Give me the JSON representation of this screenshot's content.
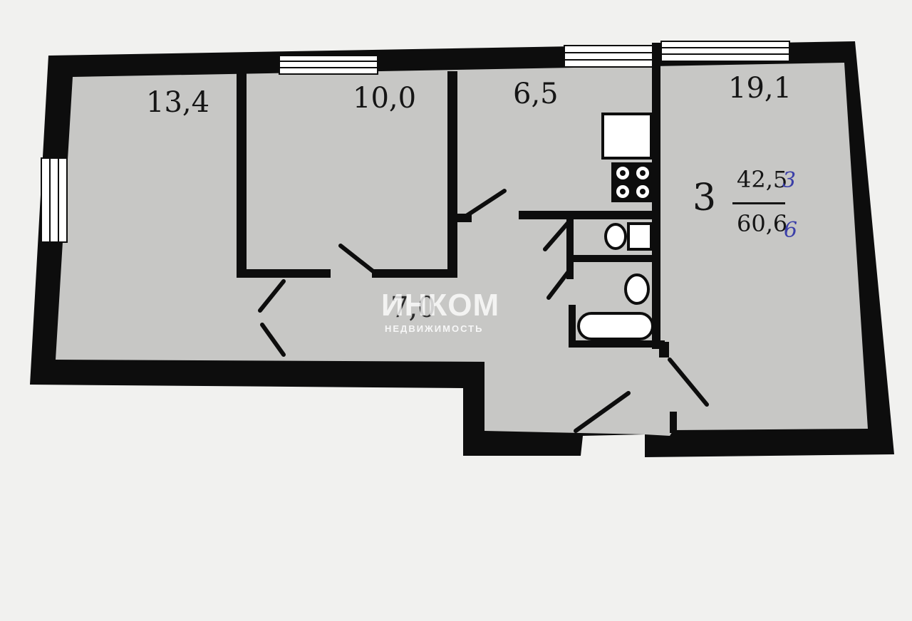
{
  "plan": {
    "rooms": [
      {
        "id": "room-1",
        "area": "13,4"
      },
      {
        "id": "room-2",
        "area": "10,0"
      },
      {
        "id": "kitchen",
        "area": "6,5"
      },
      {
        "id": "room-3",
        "area": "19,1"
      },
      {
        "id": "hall",
        "area": "7,0"
      }
    ],
    "summary": {
      "rooms_count": "3",
      "living_area": "42,5",
      "total_area": "60,6",
      "handwritten_living_digit": "3",
      "handwritten_total_digit": "6"
    }
  },
  "watermark": {
    "brand": "ИНКОМ",
    "subtitle": "НЕДВИЖИМОСТЬ"
  },
  "colors": {
    "wall": "#0d0d0d",
    "floor": "#c7c7c5",
    "paper": "#f1f1ef",
    "ink": "#3b3fa8"
  }
}
